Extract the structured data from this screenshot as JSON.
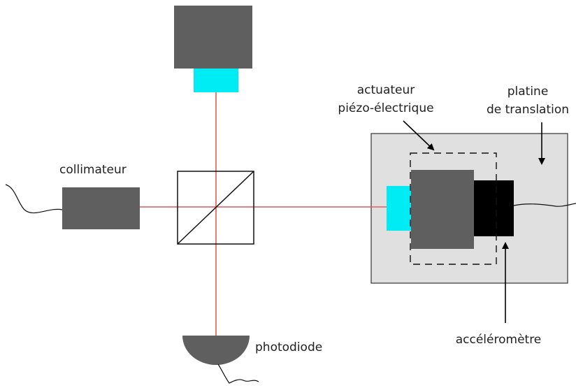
{
  "labels": {
    "collimator": "collimateur",
    "actuator_line1": "actuateur",
    "actuator_line2": "piézo-électrique",
    "stage_line1": "platine",
    "stage_line2": "de translation",
    "accelerometer": "accéléromètre",
    "photodiode": "photodiode"
  },
  "colors": {
    "beam": "#e05a5a",
    "device_gray": "#5f5f5f",
    "cyan": "#00ecf5",
    "stage_fill": "#e0e0e0",
    "accelerometer": "#000000"
  }
}
